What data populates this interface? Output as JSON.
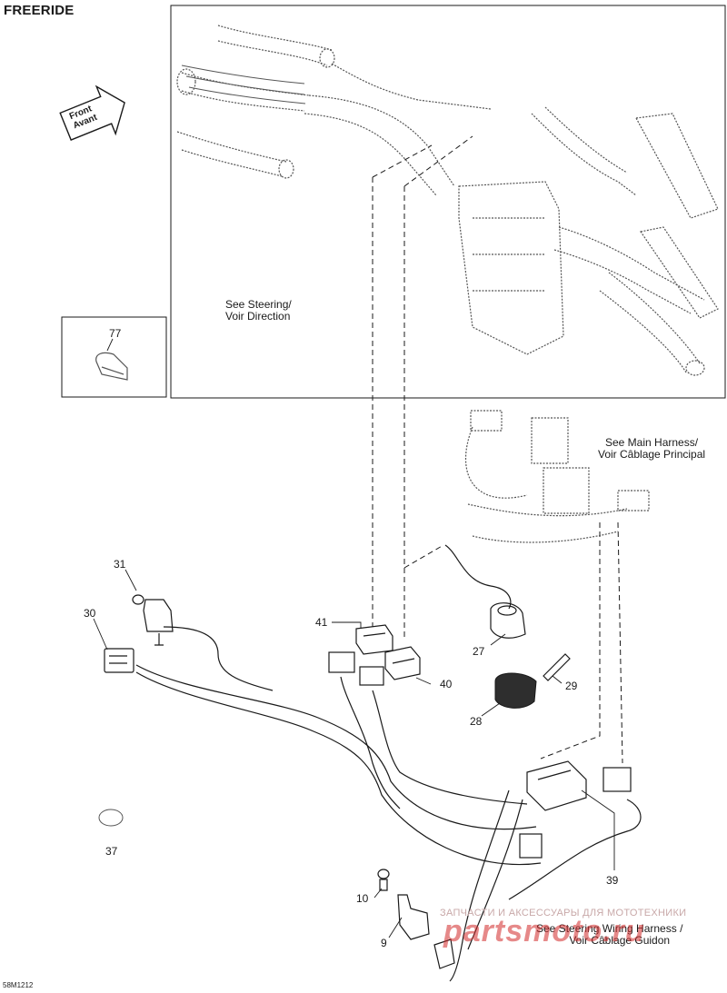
{
  "title": "FREERIDE",
  "drawing_code": "58M1212",
  "front_arrow": {
    "line1": "Front",
    "line2": "Avant"
  },
  "notes": {
    "steering": {
      "line1": "See Steering/",
      "line2": "Voir Direction"
    },
    "main_harness": {
      "line1": "See Main Harness/",
      "line2": "Voir Câblage Principal"
    },
    "steering_harness": {
      "line1": "See Steering Wiring Harness /",
      "line2": "Voir Câblage Guidon"
    }
  },
  "callouts": [
    "77",
    "31",
    "30",
    "41",
    "40",
    "27",
    "29",
    "28",
    "37",
    "39",
    "10",
    "9"
  ],
  "watermark": {
    "text": "ЗАПЧАСТИ И АКСЕССУАРЫ ДЛЯ МОТОТЕХНИКИ",
    "logo": "partsmoto.ru"
  },
  "colors": {
    "line": "#1a1a1a",
    "part": "#555555",
    "watermark": "#d22828"
  }
}
